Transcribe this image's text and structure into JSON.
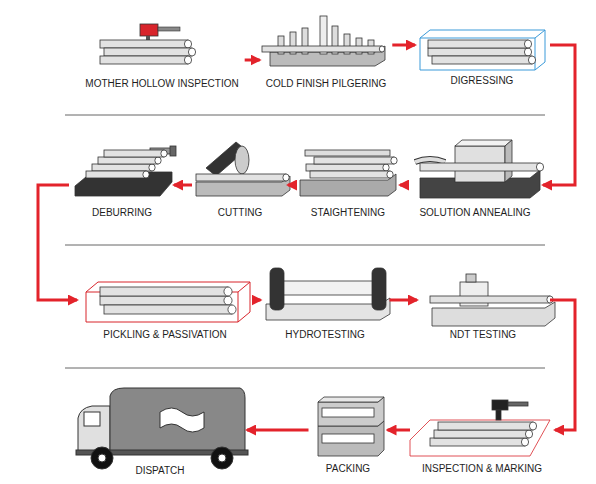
{
  "diagram": {
    "nodes": [
      {
        "text": [
          "MOTHER HOLLOW INSPECTION"
        ]
      },
      {
        "text": [
          "COLD FINISH PILGERING"
        ]
      },
      {
        "text": [
          "DIGRESSING"
        ]
      },
      {
        "text": [
          "SOLUTION ANNEALING"
        ]
      },
      {
        "text": [
          "STAIGHTENING"
        ]
      },
      {
        "text": [
          "CUTTING"
        ]
      },
      {
        "text": [
          "DEBURRING"
        ]
      },
      {
        "text": [
          "PICKLING & PASSIVATION"
        ]
      },
      {
        "text": [
          "HYDROTESTING"
        ]
      },
      {
        "text": [
          "NDT TESTING"
        ]
      },
      {
        "text": [
          "INSPECTION & MARKING"
        ]
      },
      {
        "text": [
          "PACKING"
        ]
      },
      {
        "text": [
          "DISPATCH"
        ]
      }
    ],
    "edges": [
      {
        "from": 0,
        "to": 1,
        "arrow": "to"
      },
      {
        "from": 1,
        "to": 2,
        "arrow": "to"
      },
      {
        "from": 2,
        "to": 3,
        "arrow": "to"
      },
      {
        "from": 3,
        "to": 4,
        "arrow": "to"
      },
      {
        "from": 4,
        "to": 5,
        "arrow": "to"
      },
      {
        "from": 5,
        "to": 6,
        "arrow": "to"
      },
      {
        "from": 6,
        "to": 7,
        "arrow": "to"
      },
      {
        "from": 7,
        "to": 8,
        "arrow": "to"
      },
      {
        "from": 8,
        "to": 9,
        "arrow": "to"
      },
      {
        "from": 9,
        "to": 10,
        "arrow": "to"
      },
      {
        "from": 10,
        "to": 11,
        "arrow": "to"
      },
      {
        "from": 11,
        "to": 12,
        "arrow": "to"
      }
    ]
  }
}
